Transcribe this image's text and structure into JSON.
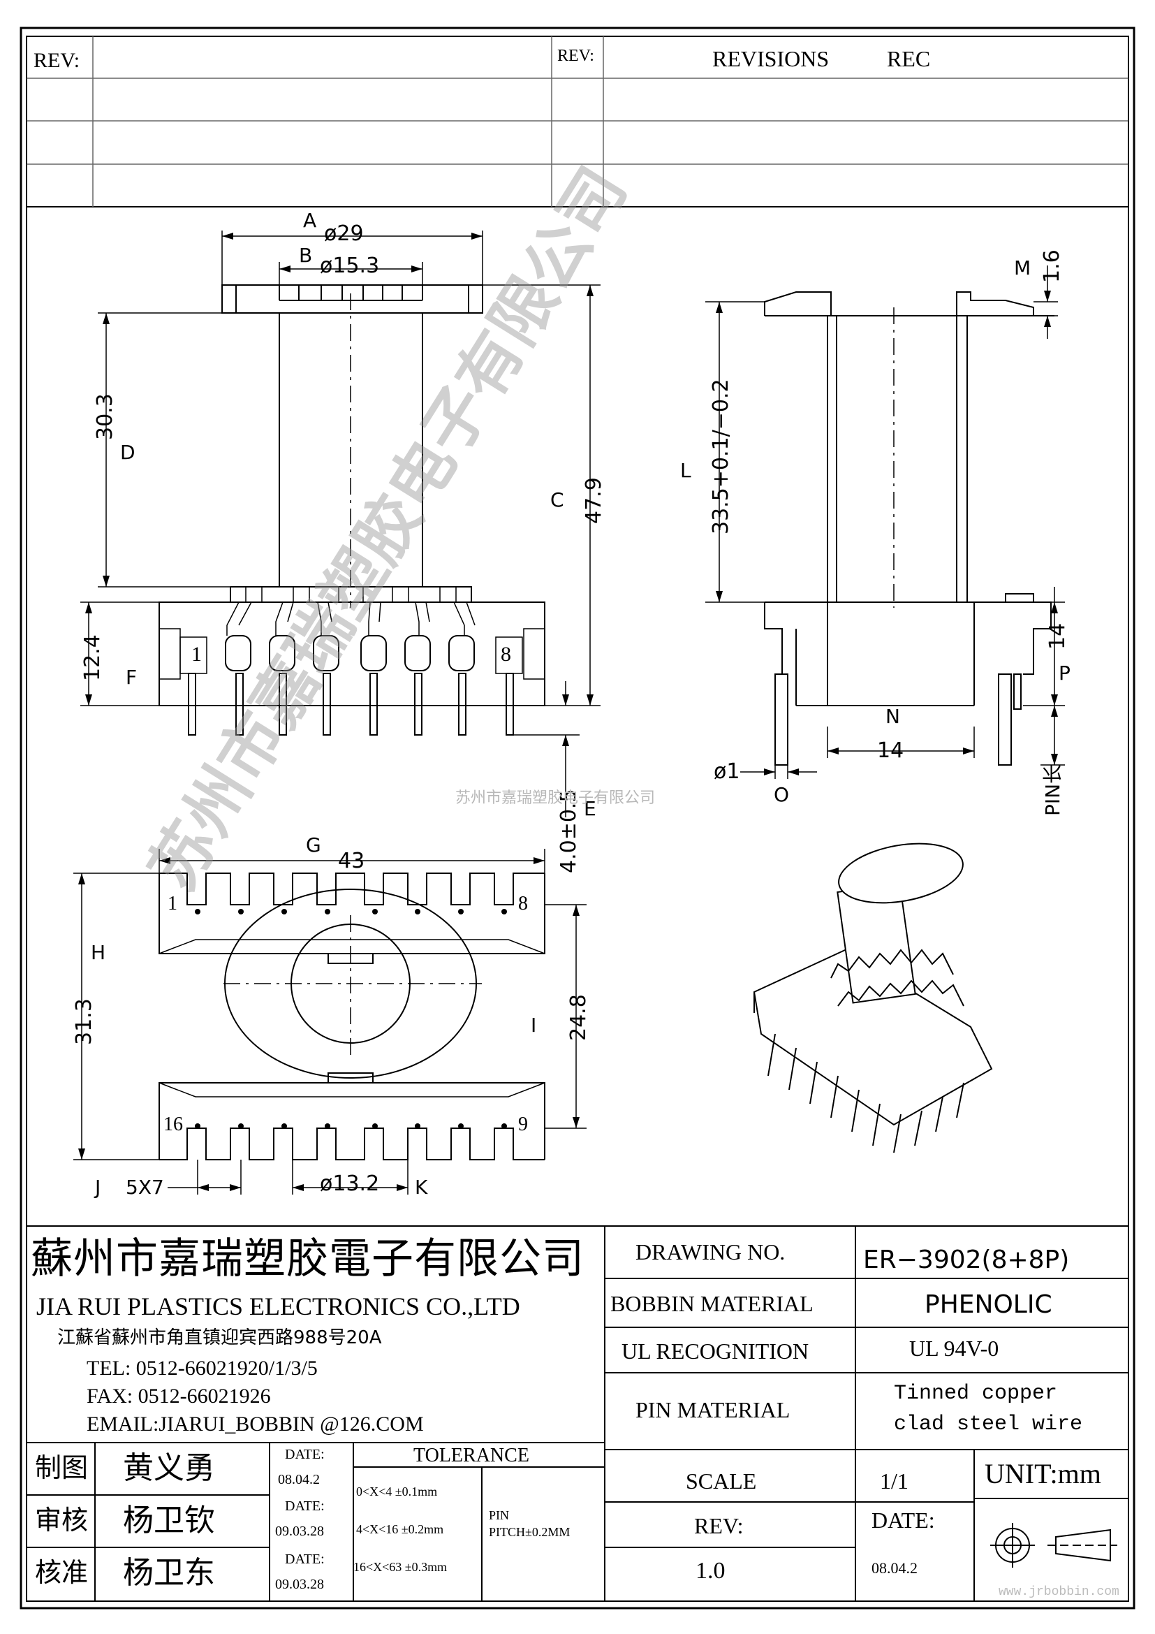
{
  "revision_block": {
    "rev_label_left": "REV:",
    "rev_label_right": "REV:",
    "revisions_header": "REVISIONS",
    "rec_header": "REC"
  },
  "drawing": {
    "front_view": {
      "a_label": "A",
      "a_value": "ø29",
      "b_label": "B",
      "b_value": "ø15.3",
      "d_label": "D",
      "d_value": "30.3",
      "c_label": "C",
      "c_value": "47.9",
      "f_label": "F",
      "f_value": "12.4",
      "e_label": "E",
      "e_value": "4.0±0.5",
      "pin_first": "1",
      "pin_last": "8"
    },
    "side_view": {
      "m_label": "M",
      "m_value": "1.6",
      "l_label": "L",
      "l_value": "33.5+0.1/−0.2",
      "p_label": "P",
      "p_value": "14",
      "n_label": "N",
      "n_value": "14",
      "o_label": "O",
      "o_value": "ø1",
      "pin_length": "PIN长"
    },
    "bottom_view": {
      "g_label": "G",
      "g_value": "43",
      "h_label": "H",
      "h_value": "31.3",
      "i_label": "I",
      "i_value": "24.8",
      "j_label": "J",
      "j_value": "5X7",
      "k_label": "K",
      "k_value": "ø13.2",
      "pin_top_first": "1",
      "pin_top_last": "8",
      "pin_bottom_first": "16",
      "pin_bottom_last": "9"
    },
    "watermark_center": "苏州市嘉瑞塑胶电子有限公司",
    "watermark_script": "苏州市嘉瑞塑胶电子有限公司",
    "watermark_url": "www.jrbobbin.com"
  },
  "company": {
    "name_cn": "蘇州市嘉瑞塑胶電子有限公司",
    "name_en": "JIA RUI PLASTICS ELECTRONICS CO.,LTD",
    "address": "江蘇省蘇州市角直镇迎宾西路988号20A",
    "tel": "TEL: 0512-66021920/1/3/5",
    "fax": "FAX: 0512-66021926",
    "email": "EMAIL:JIARUI_BOBBIN @126.COM"
  },
  "specs": {
    "drawing_no_label": "DRAWING  NO.",
    "drawing_no_value": "ER−3902(8+8P)",
    "bobbin_material_label": "BOBBIN  MATERIAL",
    "bobbin_material_value": "PHENOLIC",
    "ul_label": "UL RECOGNITION",
    "ul_value": "UL 94V-0",
    "pin_material_label": "PIN MATERIAL",
    "pin_material_value_1": "Tinned copper",
    "pin_material_value_2": "clad steel wire",
    "scale_label": "SCALE",
    "scale_value": "1/1",
    "unit": "UNIT:mm",
    "rev_label": "REV:",
    "rev_value": "1.0",
    "date_label": "DATE:",
    "date_value": "08.04.2"
  },
  "signoff": [
    {
      "role": "制图",
      "name": "黄义勇",
      "date_label": "DATE:",
      "date": "08.04.2"
    },
    {
      "role": "审核",
      "name": "杨卫钦",
      "date_label": "DATE:",
      "date": "09.03.28"
    },
    {
      "role": "核准",
      "name": "杨卫东",
      "date_label": "DATE:",
      "date": "09.03.28"
    }
  ],
  "tolerance": {
    "header": "TOLERANCE",
    "rows": [
      "0<X<4  ±0.1mm",
      "4<X<16 ±0.2mm",
      "16<X<63 ±0.3mm"
    ],
    "pin_pitch_1": "PIN",
    "pin_pitch_2": "PITCH±0.2MM"
  }
}
